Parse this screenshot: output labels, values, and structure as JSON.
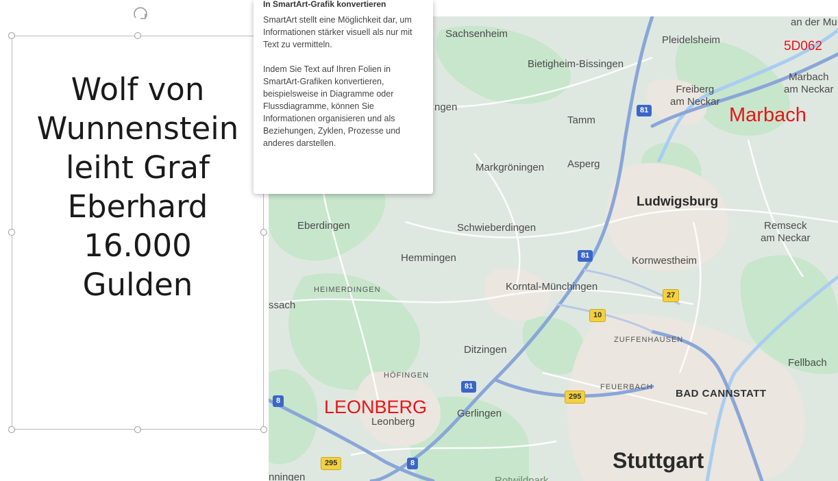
{
  "slide": {
    "text_lines": [
      "Wolf von",
      "Wunnenstein",
      "leiht Graf",
      "Eberhard",
      "16.000",
      "Gulden"
    ]
  },
  "tooltip": {
    "title": "In SmartArt-Grafik konvertieren",
    "paragraph1": "SmartArt stellt eine Möglichkeit dar, um Informationen stärker visuell als nur mit Text zu vermitteln.",
    "paragraph2": "Indem Sie Text auf Ihren Folien in SmartArt-Grafiken konvertieren, beispielsweise in Diagramme oder Flussdiagramme, können Sie Informationen organisieren und als Beziehungen, Zyklen, Prozesse und anderes darstellen."
  },
  "map": {
    "places": {
      "an_der_mu": "an der Mu",
      "sachsenheim": "Sachsenheim",
      "pleidelsheim": "Pleidelsheim",
      "bietigheim": "Bietigheim-Bissingen",
      "marbach": "Marbach\nam Neckar",
      "freiberg": "Freiberg\nam Neckar",
      "ngen": "ngen",
      "tamm": "Tamm",
      "asperg": "Asperg",
      "markgroeningen": "Markgröningen",
      "ludwigsburg": "Ludwigsburg",
      "eberdingen": "Eberdingen",
      "schwieberdingen": "Schwieberdingen",
      "remseck": "Remseck\nam Neckar",
      "hemmingen": "Hemmingen",
      "kornwestheim": "Kornwestheim",
      "heimerdingen": "HEIMERDINGEN",
      "korntal": "Korntal-Münchingen",
      "ssach": "ssach",
      "zuffenhausen": "ZUFFENHAUSEN",
      "ditzingen": "Ditzingen",
      "fellbach": "Fellbach",
      "hoefingen": "HÖFINGEN",
      "feuerbach": "FEUERBACH",
      "bad_cannstatt": "BAD CANNSTATT",
      "gerlingen": "Gerlingen",
      "leonberg": "Leonberg",
      "stuttgart": "Stuttgart",
      "ningen": "nningen",
      "botnang": "Rotwildpark"
    },
    "annotations": {
      "code": "5D062",
      "marbach": "Marbach",
      "leonberg": "LEONBERG"
    },
    "shields": {
      "a81_a": "81",
      "a81_b": "81",
      "a81_c": "81",
      "a8_a": "8",
      "a8_b": "8",
      "b27": "27",
      "b10": "10",
      "b295_a": "295",
      "b295_b": "295"
    },
    "colors": {
      "land": "#dfe8e0",
      "green": "#c7e6cc",
      "urban": "#ebe6df",
      "water": "#a9cdf0",
      "motorway": "#8aa6d8",
      "annotation": "#e8141a"
    }
  }
}
